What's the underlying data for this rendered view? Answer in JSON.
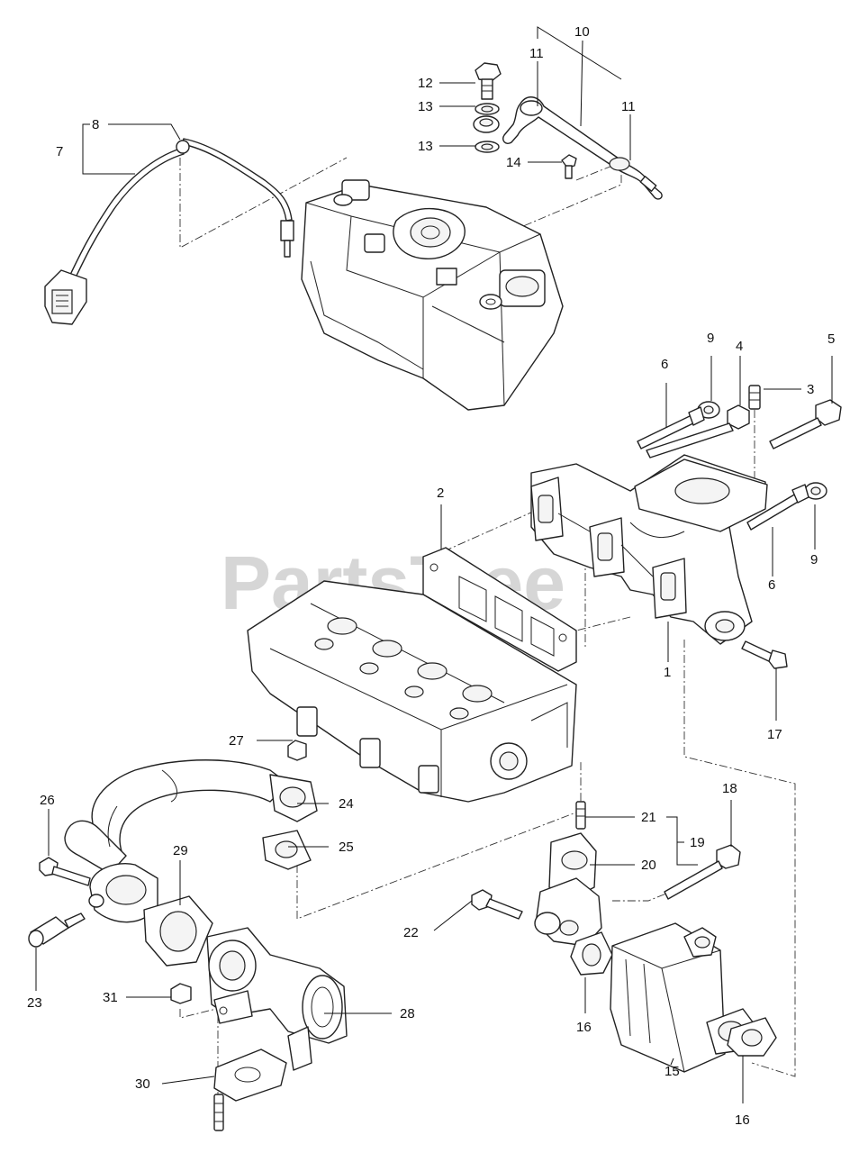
{
  "watermark": "PartsTree",
  "callouts": {
    "c1": "1",
    "c2": "2",
    "c3": "3",
    "c4": "4",
    "c5": "5",
    "c6a": "6",
    "c6b": "6",
    "c7": "7",
    "c8": "8",
    "c9a": "9",
    "c9b": "9",
    "c10": "10",
    "c11a": "11",
    "c11b": "11",
    "c12": "12",
    "c13a": "13",
    "c13b": "13",
    "c14": "14",
    "c15": "15",
    "c16a": "16",
    "c16b": "16",
    "c17": "17",
    "c18": "18",
    "c19": "19",
    "c20": "20",
    "c21": "21",
    "c22": "22",
    "c23": "23",
    "c24": "24",
    "c25": "25",
    "c26": "26",
    "c27": "27",
    "c28": "28",
    "c29": "29",
    "c30": "30",
    "c31": "31"
  }
}
